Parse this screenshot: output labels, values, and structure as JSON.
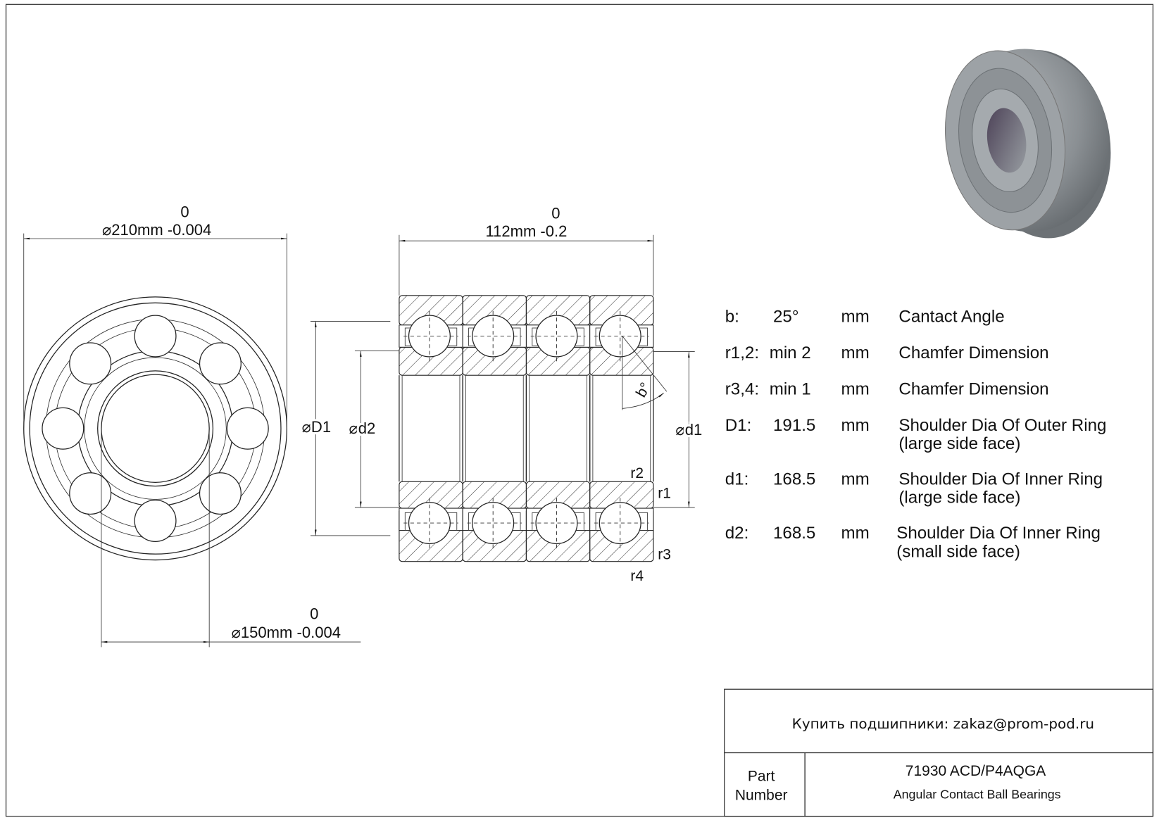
{
  "front_view": {
    "outer_dim": {
      "tol_upper": "0",
      "label": "210mm -0.004"
    },
    "bore_dim": {
      "tol_upper": "0",
      "label": "150mm -0.004"
    }
  },
  "section_view": {
    "width_dim": {
      "tol_upper": "0",
      "label": "112mm -0.2"
    },
    "D1_label": "D1",
    "d2_label": "d2",
    "d1_label": "d1",
    "angle_label": "b°",
    "r1": "r1",
    "r2": "r2",
    "r3": "r3",
    "r4": "r4"
  },
  "specs": [
    {
      "key": "b:",
      "value": "25°",
      "unit": "mm",
      "desc": "Cantact Angle",
      "desc2": ""
    },
    {
      "key": "r1,2:",
      "value": "min 2",
      "unit": "mm",
      "desc": "Chamfer Dimension",
      "desc2": ""
    },
    {
      "key": "r3,4:",
      "value": "min 1",
      "unit": "mm",
      "desc": "Chamfer Dimension",
      "desc2": ""
    },
    {
      "key": "D1:",
      "value": "191.5",
      "unit": "mm",
      "desc": "Shoulder Dia Of Outer Ring",
      "desc2": "(large side face)"
    },
    {
      "key": "d1:",
      "value": "168.5",
      "unit": "mm",
      "desc": "Shoulder Dia Of Inner Ring",
      "desc2": "(large side face)"
    },
    {
      "key": "d2:",
      "value": "168.5",
      "unit": "mm",
      "desc": "Shoulder Dia Of Inner Ring",
      "desc2": "(small side face)"
    }
  ],
  "title_block": {
    "contact": "Купить подшипники: zakaz@prom-pod.ru",
    "part_label_1": "Part",
    "part_label_2": "Number",
    "part_number": "71930 ACD/P4AQGA",
    "part_type": "Angular Contact Ball Bearings"
  },
  "diameter_symbol": "⌀"
}
